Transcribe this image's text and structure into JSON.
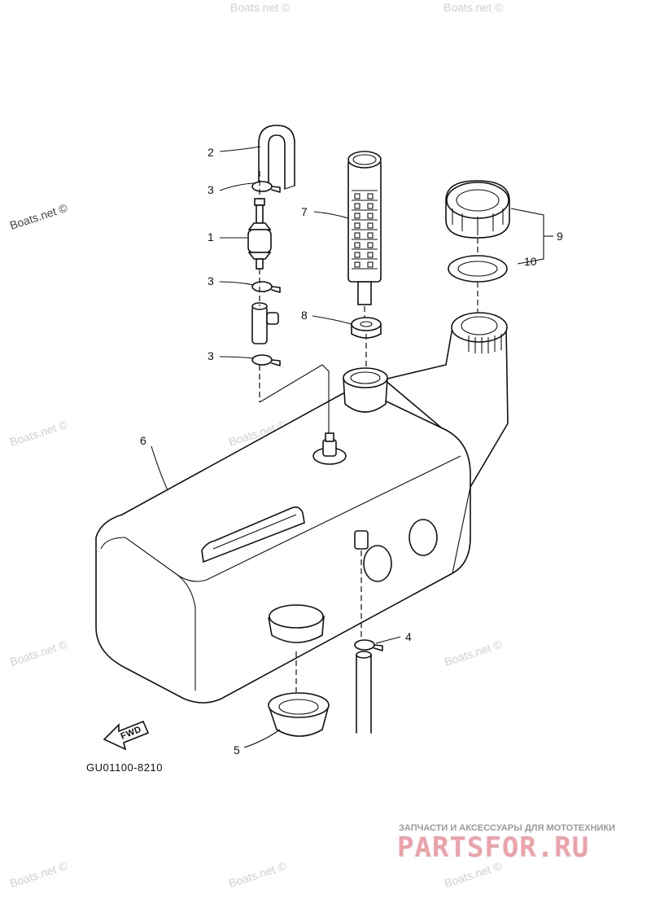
{
  "callouts": {
    "c1": "1",
    "c2": "2",
    "c3a": "3",
    "c3b": "3",
    "c3c": "3",
    "c4": "4",
    "c5": "5",
    "c6": "6",
    "c7": "7",
    "c8": "8",
    "c9": "9",
    "c10": "10"
  },
  "diagram_code": "GU01100-8210",
  "fwd_label": "FWD",
  "watermarks": {
    "dark": "Boats.net ©",
    "light": "Boats.net ©"
  },
  "brand": {
    "tagline": "ЗАПЧАСТИ И АКСЕССУАРЫ ДЛЯ МОТОТЕХНИКИ",
    "name": "PARTSFOR.RU"
  },
  "colors": {
    "line": "#111111",
    "watermark": "#cfcfcf",
    "brand": "#f2a0a8"
  }
}
